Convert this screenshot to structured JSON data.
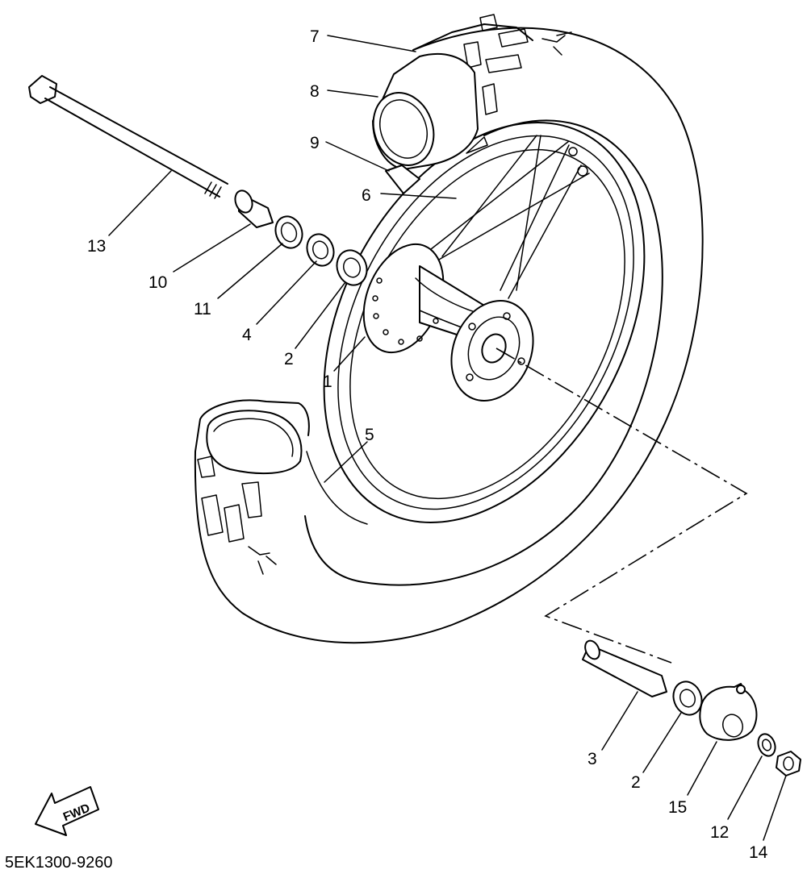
{
  "diagram": {
    "part_numbers": {
      "p1": "1",
      "p2a": "2",
      "p2b": "2",
      "p3": "3",
      "p4": "4",
      "p5": "5",
      "p6": "6",
      "p7": "7",
      "p8": "8",
      "p9": "9",
      "p10": "10",
      "p11": "11",
      "p12": "12",
      "p13": "13",
      "p14": "14",
      "p15": "15"
    },
    "fwd_label": "FWD",
    "drawing_code": "5EK1300-9260"
  }
}
